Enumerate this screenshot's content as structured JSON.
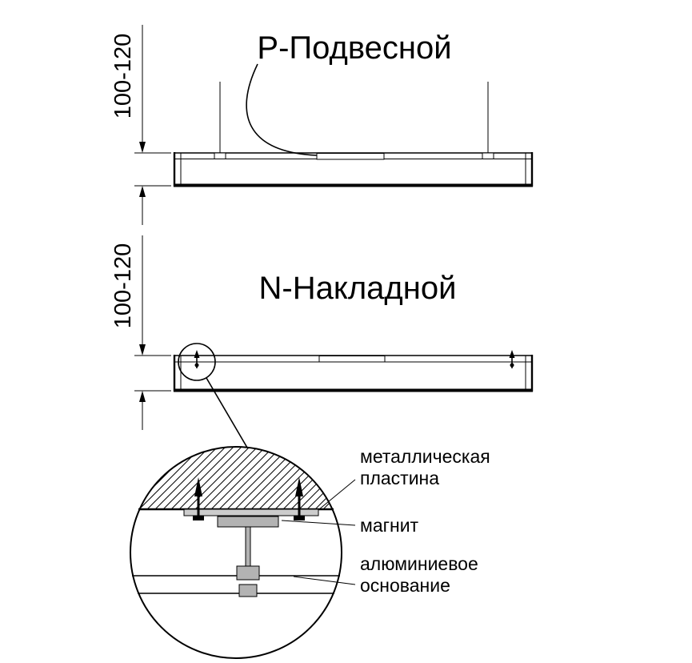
{
  "pendant": {
    "title": "Р-Подвесной",
    "dimension": "100-120"
  },
  "surface": {
    "title": "N-Накладной",
    "dimension": "100-120"
  },
  "detail": {
    "labels": {
      "metal_plate_line1": "металлическая",
      "metal_plate_line2": "пластина",
      "magnet": "магнит",
      "aluminum_base_line1": "алюминиевое",
      "aluminum_base_line2": "основание"
    }
  },
  "colors": {
    "line": "#000000",
    "part_gray": "#b3b3b3",
    "plate_gray": "#cccccc",
    "background": "#ffffff"
  }
}
